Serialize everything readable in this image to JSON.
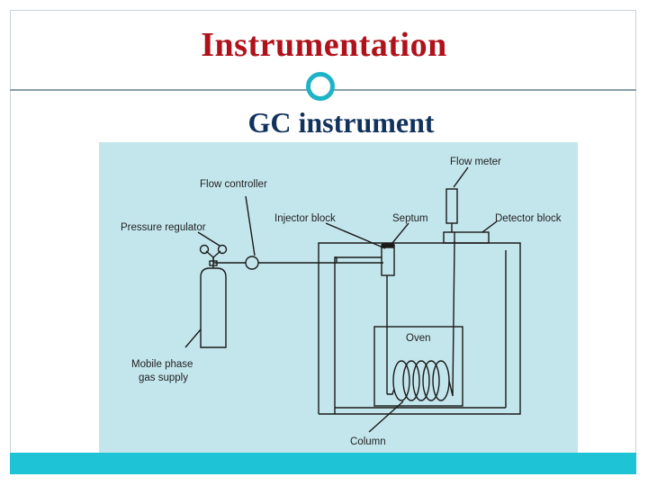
{
  "slide": {
    "title": "Instrumentation",
    "subtitle": "GC instrument"
  },
  "diagram": {
    "labels": {
      "flow_meter": "Flow meter",
      "flow_controller": "Flow controller",
      "pressure_regulator": "Pressure regulator",
      "injector_block": "Injector block",
      "septum": "Septum",
      "detector_block": "Detector block",
      "oven": "Oven",
      "mobile_phase": "Mobile phase",
      "gas_supply": "gas supply",
      "column": "Column"
    }
  },
  "colors": {
    "title": "#b0121b",
    "subtitle": "#12325e",
    "accent": "#1ec3d6",
    "diagram_bg": "#c3e6ec"
  }
}
